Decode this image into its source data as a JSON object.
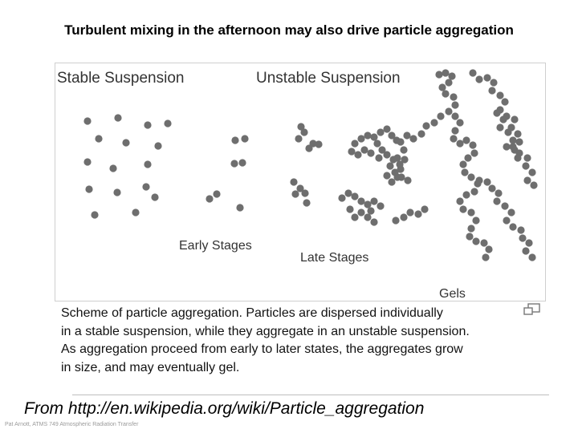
{
  "title": "Turbulent mixing in the afternoon may also drive particle aggregation",
  "figure": {
    "heading_stable": "Stable Suspension",
    "heading_unstable": "Unstable Suspension",
    "label_early": "Early Stages",
    "label_late": "Late Stages",
    "label_gels": "Gels",
    "particle_color": "#6e6e6e",
    "caption_lines": [
      "Scheme of particle aggregation. Particles are dispersed individually",
      "in a stable suspension, while they aggregate in an unstable suspension.",
      "As aggregation proceed from early to later states, the aggregates grow",
      "in size, and may eventually gel."
    ],
    "enlarge_icon": "enlarge-icon"
  },
  "source": "From http://en.wikipedia.org/wiki/Particle_aggregation",
  "footer": "Pat Arnott, ATMS 749 Atmospheric Radiation Transfer"
}
